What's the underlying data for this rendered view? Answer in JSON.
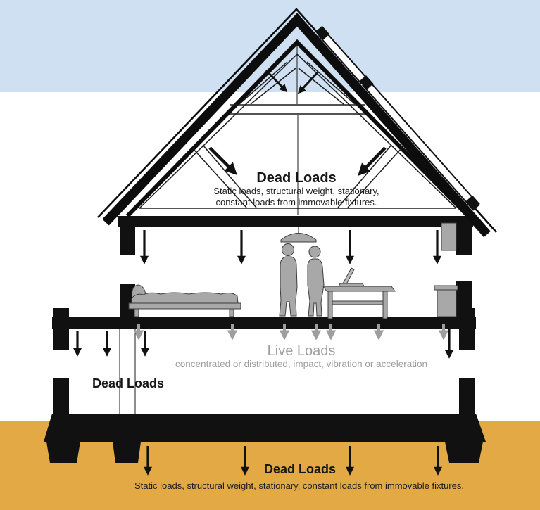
{
  "labels": {
    "attic": {
      "title": "Dead Loads",
      "sub1": "Static loads, structural weight, stationary,",
      "sub2": "constant loads from immovable fixtures."
    },
    "live": {
      "title": "Live Loads",
      "sub": "concentrated or distributed, impact, vibration or acceleration"
    },
    "basement": {
      "title": "Dead Loads"
    },
    "ground": {
      "title": "Dead Loads",
      "sub": "Static loads, structural weight, stationary,  constant loads from immovable fixtures."
    }
  },
  "colors": {
    "sky": "#cee0f2",
    "ground": "#e2a945",
    "load_gray": "#9e9e9e",
    "furniture_gray": "#a8a8a8",
    "ink": "#111111"
  },
  "icons": {
    "down_arrow": "load-direction-arrow"
  }
}
